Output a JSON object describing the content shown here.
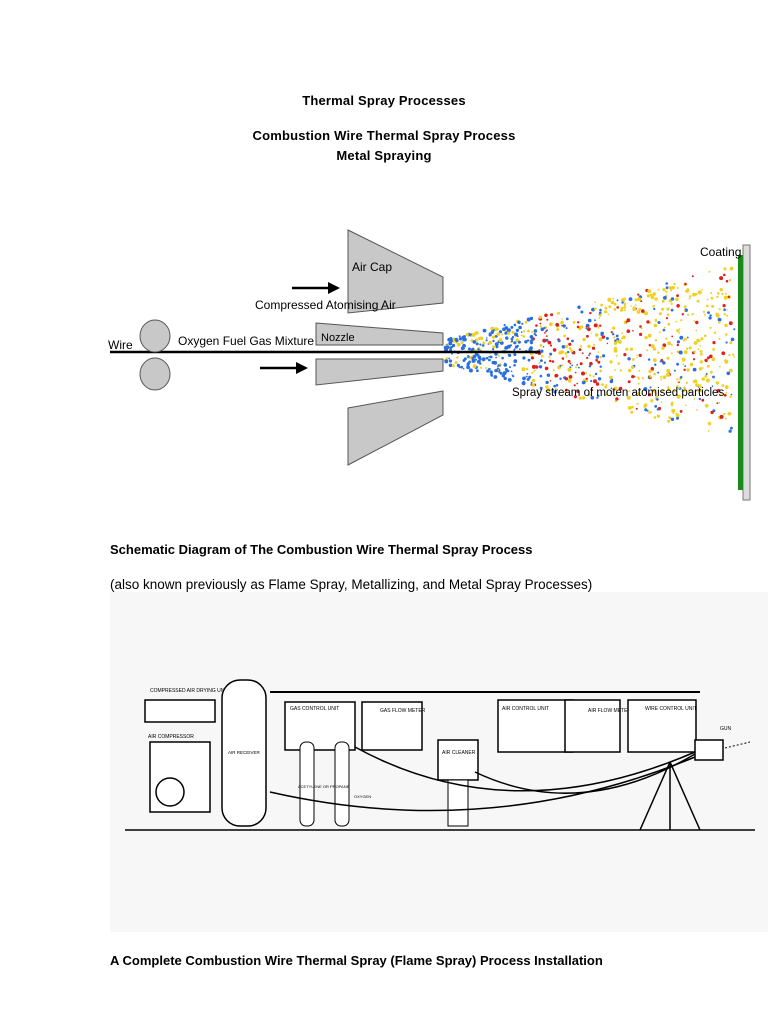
{
  "header": {
    "title": "Thermal Spray Processes",
    "subtitle_line1": "Combustion Wire Thermal Spray Process",
    "subtitle_line2": "Metal Spraying"
  },
  "schematic": {
    "labels": {
      "wire": "Wire",
      "fuel": "Oxygen Fuel Gas Mixture",
      "air_cap": "Air Cap",
      "compressed_air": "Compressed Atomising Air",
      "nozzle": "Nozzle",
      "coating": "Coating",
      "spray_stream": "Spray stream of moten atomised particles"
    },
    "colors": {
      "metal": "#c8c8c8",
      "coating": "#1a8a1a",
      "hot": "#e0201a",
      "cool": "#2a6ee0",
      "warm": "#f0d020"
    }
  },
  "caption1": "Schematic Diagram of The Combustion Wire Thermal Spray Process",
  "note": "(also known previously as Flame Spray, Metallizing, and Metal Spray Processes)",
  "installation": {
    "labels": {
      "compressed_air_drying": "COMPRESSED AIR DRYING UNIT",
      "air_compressor": "AIR COMPRESSOR",
      "air_receiver": "AIR RECEIVER",
      "gas_control": "GAS CONTROL UNIT",
      "gas_flow": "GAS FLOW METER",
      "acetylene": "ACETYLENE OR PROPANE",
      "oxygen": "OXYGEN",
      "air_cleaner": "AIR CLEANER",
      "air_control": "AIR CONTROL UNIT",
      "air_flow": "AIR FLOW METER",
      "wire_control": "WIRE CONTROL UNIT",
      "gun": "GUN"
    }
  },
  "caption2": "A Complete Combustion Wire Thermal Spray (Flame Spray) Process Installation"
}
